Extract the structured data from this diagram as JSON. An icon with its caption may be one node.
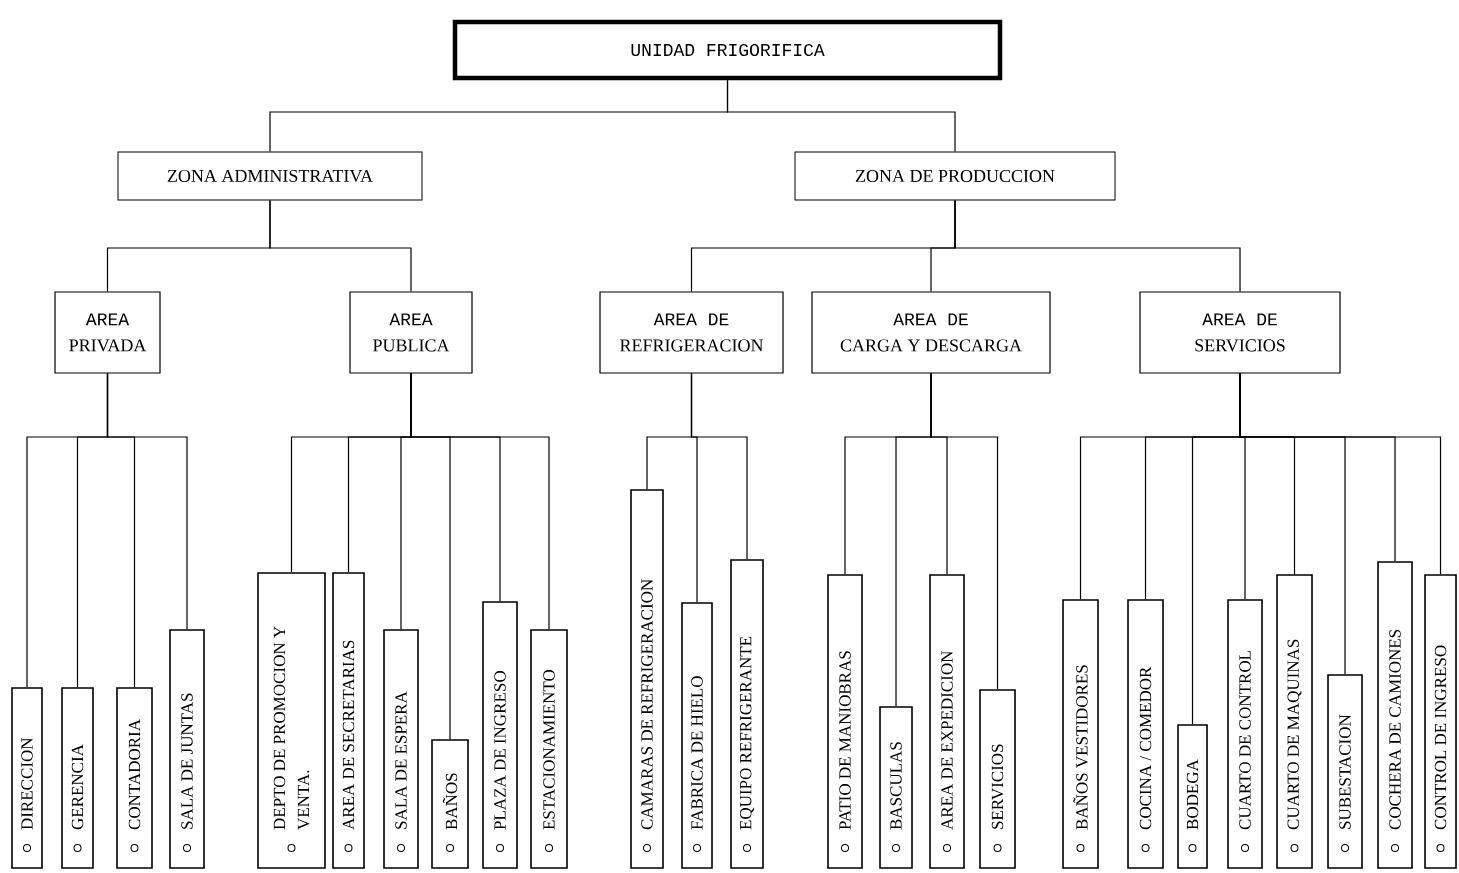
{
  "diagram": {
    "nodes": [
      {
        "text": [
          "UNIDAD FRIGORIFICA"
        ]
      },
      {
        "text": [
          "ZONA ADMINISTRATIVA"
        ]
      },
      {
        "text": [
          "ZONA DE PRODUCCION"
        ]
      },
      {
        "text": [
          "AREA",
          "PRIVADA"
        ]
      },
      {
        "text": [
          "AREA",
          "PUBLICA"
        ]
      },
      {
        "text": [
          "AREA DE",
          "REFRIGERACION"
        ]
      },
      {
        "text": [
          "AREA DE",
          "CARGA Y DESCARGA"
        ]
      },
      {
        "text": [
          "AREA DE",
          "SERVICIOS"
        ]
      },
      {
        "text": [
          "DIRECCION"
        ]
      },
      {
        "text": [
          "GERENCIA"
        ]
      },
      {
        "text": [
          "CONTADORIA"
        ]
      },
      {
        "text": [
          "SALA DE JUNTAS"
        ]
      },
      {
        "text": [
          "DEPTO DE PROMOCION Y VENTA."
        ]
      },
      {
        "text": [
          "AREA DE SECRETARIAS"
        ]
      },
      {
        "text": [
          "SALA DE ESPERA"
        ]
      },
      {
        "text": [
          "BAÑOS"
        ]
      },
      {
        "text": [
          "PLAZA DE INGRESO"
        ]
      },
      {
        "text": [
          "ESTACIONAMIENTO"
        ]
      },
      {
        "text": [
          "CAMARAS DE REFRIGERACION"
        ]
      },
      {
        "text": [
          "FABRICA DE HIELO"
        ]
      },
      {
        "text": [
          "EQUIPO REFRIGERANTE"
        ]
      },
      {
        "text": [
          "PATIO DE MANIOBRAS"
        ]
      },
      {
        "text": [
          "BASCULAS"
        ]
      },
      {
        "text": [
          "AREA DE EXPEDICION"
        ]
      },
      {
        "text": [
          "SERVICIOS"
        ]
      },
      {
        "text": [
          "BAÑOS VESTIDORES"
        ]
      },
      {
        "text": [
          "COCINA / COMEDOR"
        ]
      },
      {
        "text": [
          "BODEGA"
        ]
      },
      {
        "text": [
          "CUARTO DE CONTROL"
        ]
      },
      {
        "text": [
          "CUARTO DE MAQUINAS"
        ]
      },
      {
        "text": [
          "SUBESTACION"
        ]
      },
      {
        "text": [
          "COCHERA DE CAMIONES"
        ]
      },
      {
        "text": [
          "CONTROL DE INGRESO"
        ]
      }
    ],
    "edges": [
      {
        "from": 0,
        "to": 1,
        "arrow": "none"
      },
      {
        "from": 0,
        "to": 2,
        "arrow": "none"
      },
      {
        "from": 1,
        "to": 3,
        "arrow": "none"
      },
      {
        "from": 1,
        "to": 4,
        "arrow": "none"
      },
      {
        "from": 2,
        "to": 5,
        "arrow": "none"
      },
      {
        "from": 2,
        "to": 6,
        "arrow": "none"
      },
      {
        "from": 2,
        "to": 7,
        "arrow": "none"
      },
      {
        "from": 3,
        "to": 8,
        "arrow": "none"
      },
      {
        "from": 3,
        "to": 9,
        "arrow": "none"
      },
      {
        "from": 3,
        "to": 10,
        "arrow": "none"
      },
      {
        "from": 3,
        "to": 11,
        "arrow": "none"
      },
      {
        "from": 4,
        "to": 12,
        "arrow": "none"
      },
      {
        "from": 4,
        "to": 13,
        "arrow": "none"
      },
      {
        "from": 4,
        "to": 14,
        "arrow": "none"
      },
      {
        "from": 4,
        "to": 15,
        "arrow": "none"
      },
      {
        "from": 4,
        "to": 16,
        "arrow": "none"
      },
      {
        "from": 4,
        "to": 17,
        "arrow": "none"
      },
      {
        "from": 5,
        "to": 18,
        "arrow": "none"
      },
      {
        "from": 5,
        "to": 19,
        "arrow": "none"
      },
      {
        "from": 5,
        "to": 20,
        "arrow": "none"
      },
      {
        "from": 6,
        "to": 21,
        "arrow": "none"
      },
      {
        "from": 6,
        "to": 22,
        "arrow": "none"
      },
      {
        "from": 6,
        "to": 23,
        "arrow": "none"
      },
      {
        "from": 6,
        "to": 24,
        "arrow": "none"
      },
      {
        "from": 7,
        "to": 25,
        "arrow": "none"
      },
      {
        "from": 7,
        "to": 26,
        "arrow": "none"
      },
      {
        "from": 7,
        "to": 27,
        "arrow": "none"
      },
      {
        "from": 7,
        "to": 28,
        "arrow": "none"
      },
      {
        "from": 7,
        "to": 29,
        "arrow": "none"
      },
      {
        "from": 7,
        "to": 30,
        "arrow": "none"
      },
      {
        "from": 7,
        "to": 31,
        "arrow": "none"
      },
      {
        "from": 7,
        "to": 32,
        "arrow": "none"
      }
    ]
  }
}
